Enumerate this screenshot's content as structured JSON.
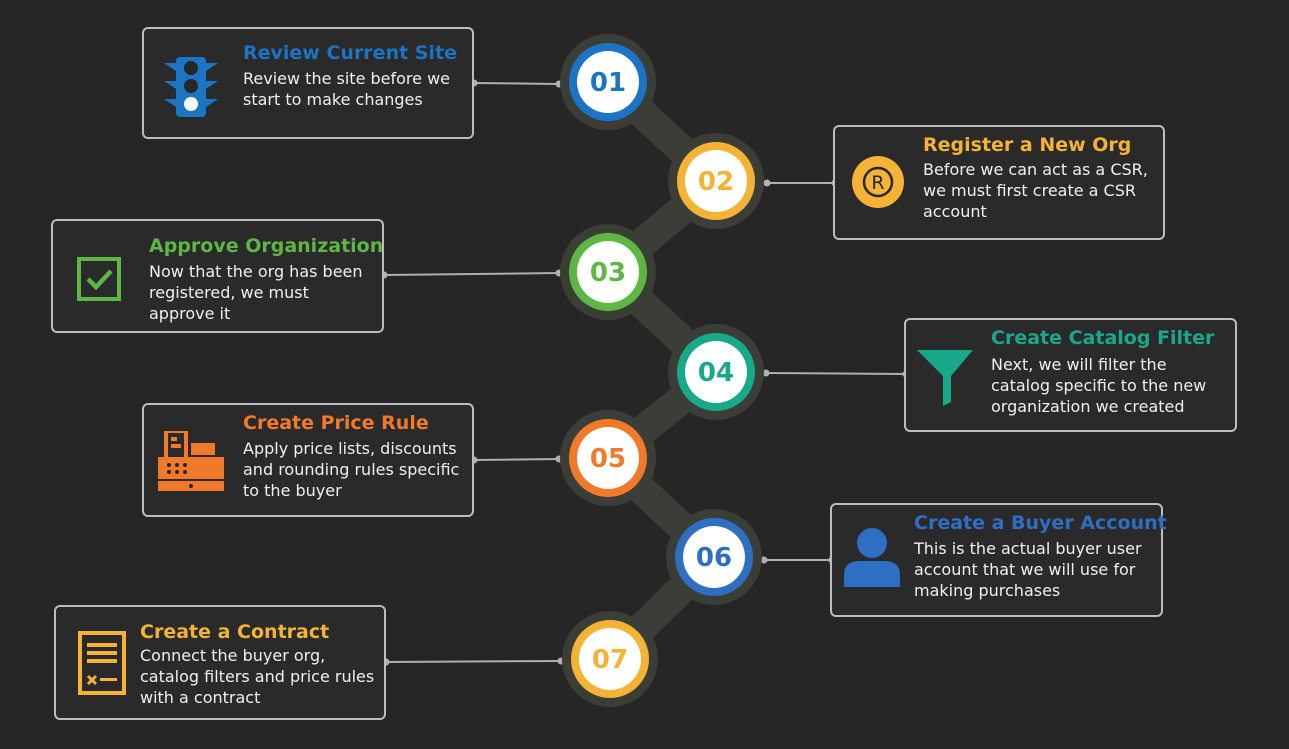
{
  "steps": [
    {
      "num": "01",
      "title": "Review Current Site",
      "desc": "Review the site before we start to make changes",
      "color": "#1b74c4",
      "icon": "traffic-light-icon"
    },
    {
      "num": "02",
      "title": "Register a New Org",
      "desc": "Before we can act as a CSR, we must first create a CSR account",
      "color": "#f5b335",
      "icon": "registered-icon"
    },
    {
      "num": "03",
      "title": "Approve Organization",
      "desc": "Now that the org has been registered, we must approve it",
      "color": "#5cb745",
      "icon": "checkbox-icon"
    },
    {
      "num": "04",
      "title": "Create Catalog Filter",
      "desc": "Next, we will filter the catalog specific to the new organization we created",
      "color": "#17a98a",
      "icon": "funnel-icon"
    },
    {
      "num": "05",
      "title": "Create Price Rule",
      "desc": "Apply price lists, discounts and rounding rules specific to the buyer",
      "color": "#f07a2a",
      "icon": "cash-register-icon"
    },
    {
      "num": "06",
      "title": "Create a Buyer Account",
      "desc": "This is the actual buyer user account that we will use for making purchases",
      "color": "#2e6fc3",
      "icon": "user-icon"
    },
    {
      "num": "07",
      "title": "Create a Contract",
      "desc": "Connect the buyer org, catalog filters and price rules with a contract",
      "color": "#f5b335",
      "icon": "contract-icon"
    }
  ]
}
